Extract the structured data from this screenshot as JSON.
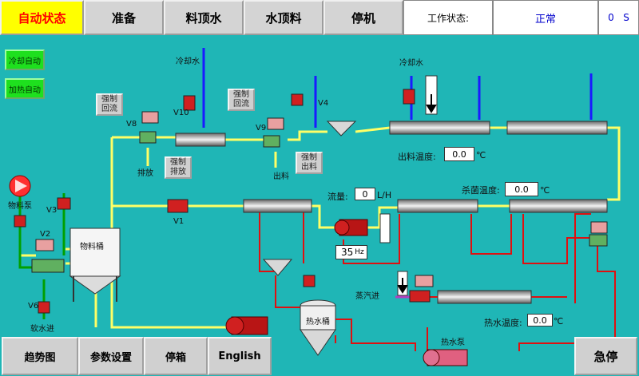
{
  "toolbar": {
    "auto_state": "自动状态",
    "prepare": "准备",
    "material_top_water": "料顶水",
    "water_top_material": "水顶料",
    "shutdown": "停机"
  },
  "status": {
    "work_label": "工作状态:",
    "work_value": "正常",
    "counter": "0",
    "counter_unit": "S"
  },
  "side_buttons": {
    "cooling_auto": "冷却自动",
    "heating_auto": "加热自动"
  },
  "force_buttons": {
    "force_return_1": "强制回流",
    "force_return_2": "强制回流",
    "force_discharge_1": "强制排放",
    "force_discharge_2": "强制出料"
  },
  "labels": {
    "cooling_water_1": "冷却水",
    "cooling_water_2": "冷却水",
    "v1": "V1",
    "v2": "V2",
    "v3": "V3",
    "v4": "V4",
    "v6": "V6",
    "v8": "V8",
    "v9": "V9",
    "v10": "V10",
    "drain": "排放",
    "outlet": "出料",
    "material_pump": "物料泵",
    "material_tank": "物料桶",
    "soft_water_in": "软水进",
    "hot_water_tank": "热水桶",
    "steam_in": "蒸汽进",
    "hot_water_pump": "热水泵"
  },
  "readouts": {
    "outlet_temp_label": "出料温度:",
    "outlet_temp_value": "0.0",
    "outlet_temp_unit": "℃",
    "flow_label": "流量:",
    "flow_value": "0",
    "flow_unit": "L/H",
    "sterilize_temp_label": "杀菌温度:",
    "sterilize_temp_value": "0.0",
    "sterilize_temp_unit": "℃",
    "hot_water_temp_label": "热水温度:",
    "hot_water_temp_value": "0.0",
    "hot_water_temp_unit": "℃",
    "freq_value": "35",
    "freq_unit": "Hz"
  },
  "bottom_bar": {
    "trend": "趋势图",
    "params": "参数设置",
    "stop_sale": "停箱",
    "english": "English",
    "emergency_stop": "急停"
  },
  "colors": {
    "background": "#1fb6b6",
    "pipe_product": "#ffff66",
    "pipe_hot": "#e01010",
    "pipe_cold": "#1a1aff",
    "pipe_soft": "#00a000",
    "active_button": "#ffff00"
  }
}
